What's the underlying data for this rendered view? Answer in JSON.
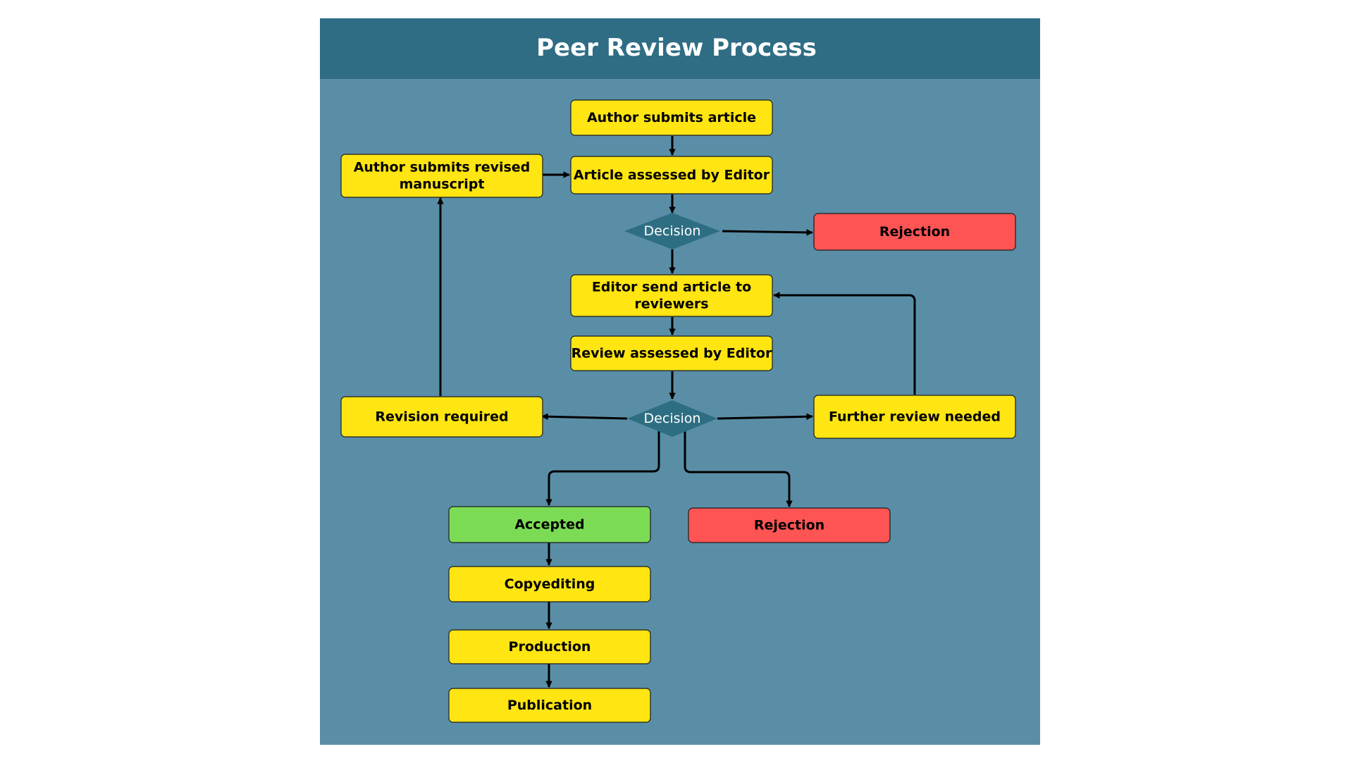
{
  "title": "Peer Review Process",
  "colors": {
    "panel": "#5a8ea7",
    "header": "#2f6d85",
    "step": "#ffe512",
    "rejection": "#ff5454",
    "accepted": "#7cdb55",
    "decision": "#2e6e83"
  },
  "nodes": {
    "author_submits": {
      "lines": [
        "Author submits article"
      ]
    },
    "assessed_by_editor": {
      "lines": [
        "Article assessed by Editor"
      ]
    },
    "decision_1": {
      "lines": [
        "Decision"
      ]
    },
    "rejection_1": {
      "lines": [
        "Rejection"
      ]
    },
    "send_to_reviewers": {
      "lines": [
        "Editor send article to",
        "reviewers"
      ]
    },
    "review_assessed": {
      "lines": [
        "Review assessed by Editor"
      ]
    },
    "decision_2": {
      "lines": [
        "Decision"
      ]
    },
    "revision_required": {
      "lines": [
        "Revision required"
      ]
    },
    "further_review": {
      "lines": [
        "Further review needed"
      ]
    },
    "revised_manuscript": {
      "lines": [
        "Author submits revised",
        "manuscript"
      ]
    },
    "accepted": {
      "lines": [
        "Accepted"
      ]
    },
    "rejection_2": {
      "lines": [
        "Rejection"
      ]
    },
    "copyediting": {
      "lines": [
        "Copyediting"
      ]
    },
    "production": {
      "lines": [
        "Production"
      ]
    },
    "publication": {
      "lines": [
        "Publication"
      ]
    }
  }
}
